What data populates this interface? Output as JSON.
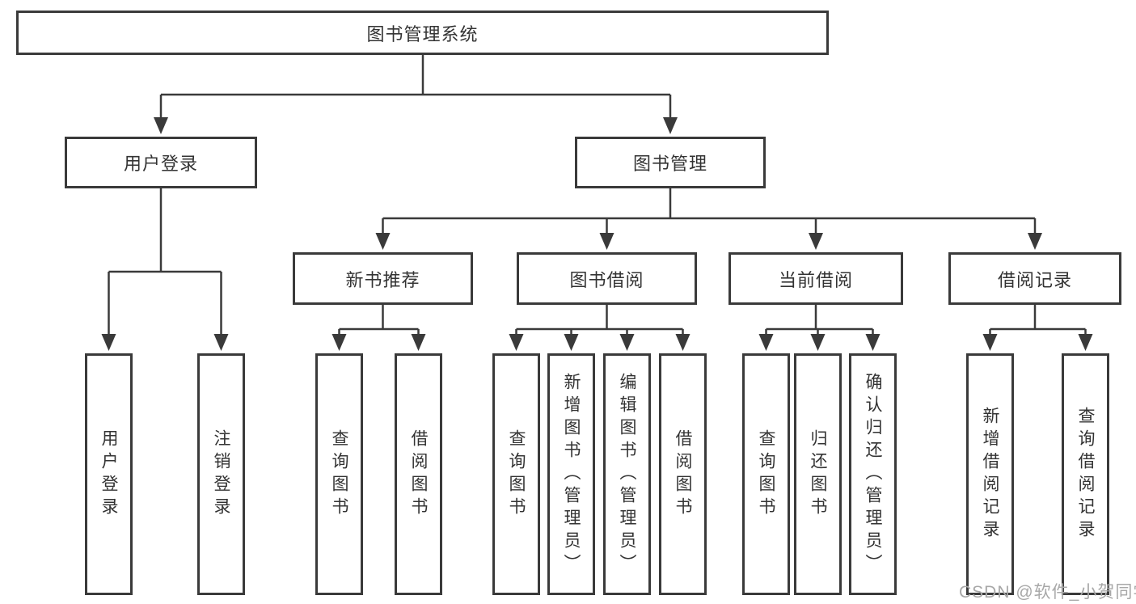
{
  "diagram": {
    "type": "tree",
    "root": "图书管理系统",
    "branches": [
      {
        "label": "用户登录",
        "children": [
          "用户登录",
          "注销登录"
        ]
      },
      {
        "label": "图书管理",
        "groups": [
          {
            "label": "新书推荐",
            "children": [
              "查询图书",
              "借阅图书"
            ]
          },
          {
            "label": "图书借阅",
            "children": [
              "查询图书",
              "新增图书（管理员）",
              "编辑图书（管理员）",
              "借阅图书"
            ]
          },
          {
            "label": "当前借阅",
            "children": [
              "查询图书",
              "归还图书",
              "确认归还（管理员）"
            ]
          },
          {
            "label": "借阅记录",
            "children": [
              "新增借阅记录",
              "查询借阅记录"
            ]
          }
        ]
      }
    ]
  },
  "colors": {
    "line": "#3a3a3a",
    "box_border": "#3a3a3a",
    "text": "#333333",
    "watermark": "#a8a8a8",
    "background": "#ffffff"
  },
  "watermark": "CSDN @软件_小贺同学"
}
